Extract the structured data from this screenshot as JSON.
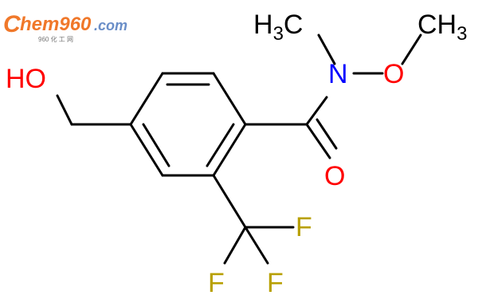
{
  "logo": {
    "letter": "C",
    "word": "hem960",
    "tld": ".com",
    "subtext": "960 化 工 网",
    "colors": {
      "orange": "#f0782a",
      "blue": "#6a8ec8",
      "gray": "#777777"
    }
  },
  "atoms": {
    "oh": "HO",
    "n": "N",
    "o_methoxy": "O",
    "o_carbonyl": "O",
    "f1": "F",
    "f2": "F",
    "f3": "F",
    "methyl1_h": "H",
    "methyl1_sub": "3",
    "methyl1_c": "C",
    "methyl2_c": "CH",
    "methyl2_sub": "3"
  },
  "colors": {
    "bond": "#000000",
    "oxygen": "#ff0000",
    "nitrogen": "#0000ff",
    "fluorine": "#b8a000",
    "carbon": "#000000"
  }
}
